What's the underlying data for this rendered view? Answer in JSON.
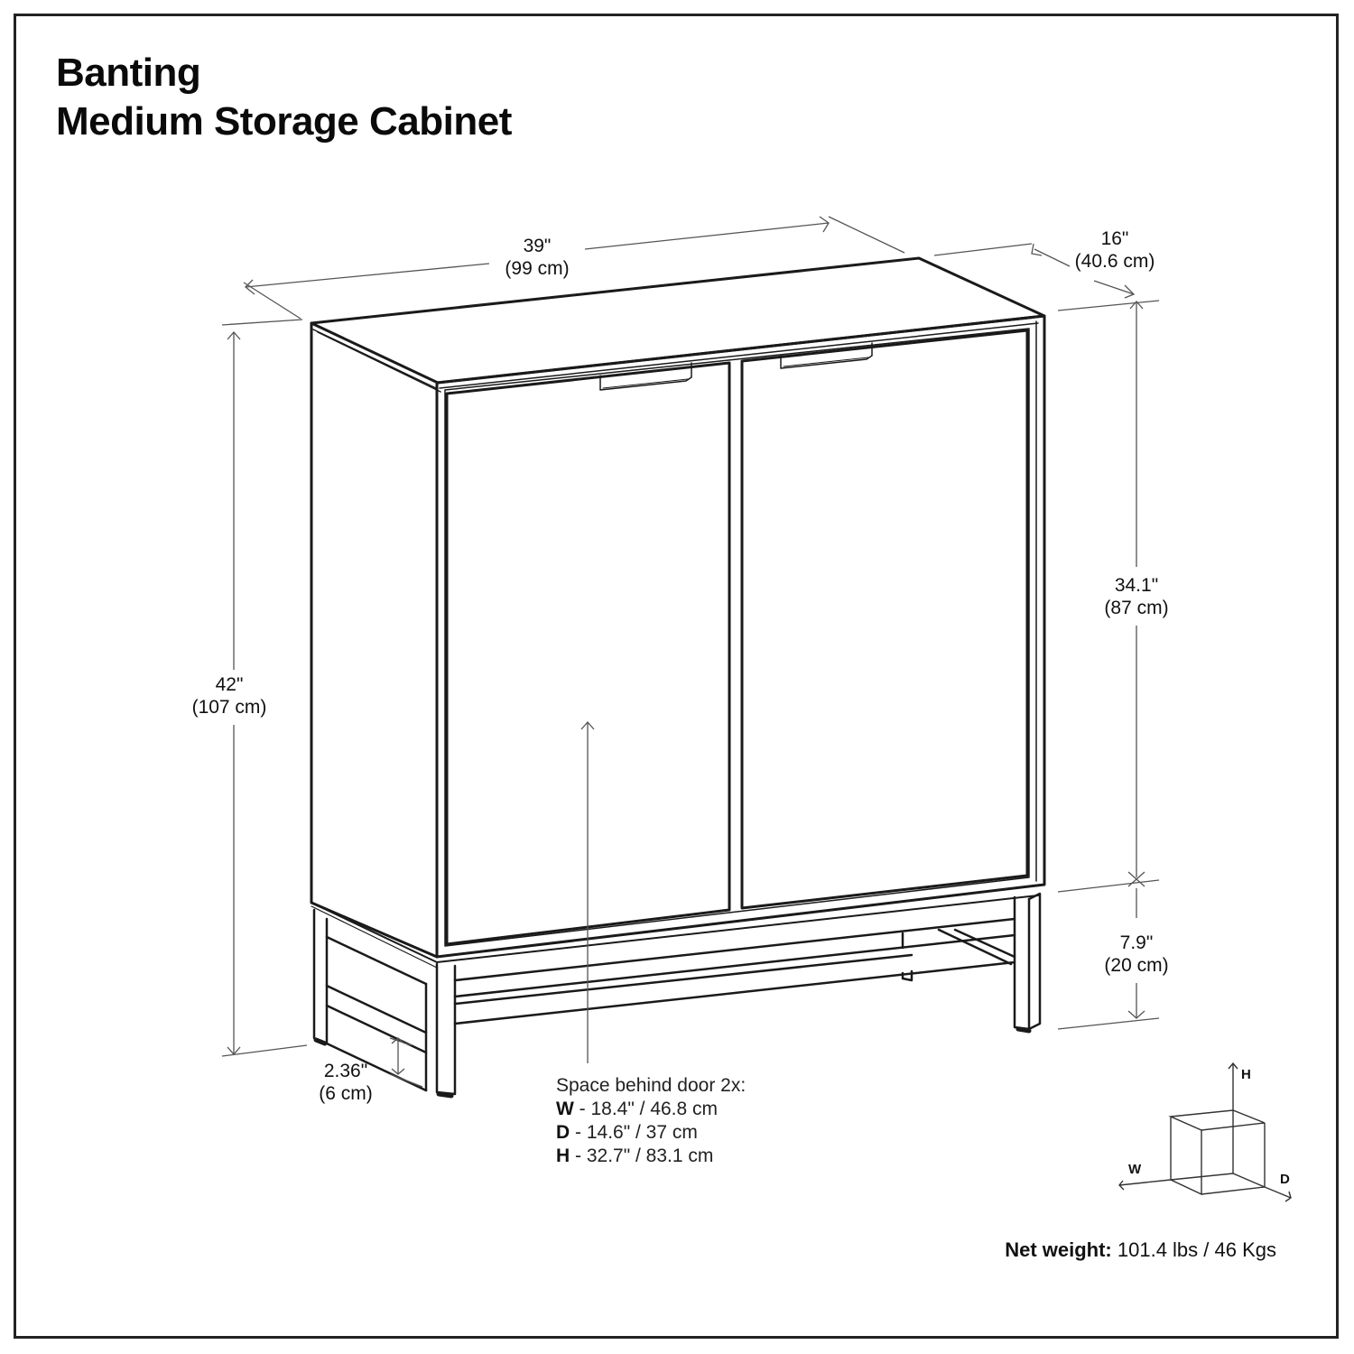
{
  "title": {
    "line1": "Banting",
    "line2": "Medium Storage Cabinet"
  },
  "dimensions": {
    "width": {
      "imperial": "39\"",
      "metric": "(99 cm)"
    },
    "depth": {
      "imperial": "16\"",
      "metric": "(40.6 cm)"
    },
    "height_total": {
      "imperial": "42\"",
      "metric": "(107 cm)"
    },
    "height_body": {
      "imperial": "34.1\"",
      "metric": "(87 cm)"
    },
    "height_legs": {
      "imperial": "7.9\"",
      "metric": "(20 cm)"
    },
    "stretcher_clearance": {
      "imperial": "2.36\"",
      "metric": "(6 cm)"
    }
  },
  "space_behind_door": {
    "heading": "Space behind door 2x:",
    "rows": [
      {
        "key": "W",
        "value": " - 18.4\" / 46.8 cm"
      },
      {
        "key": "D",
        "value": " - 14.6\" / 37 cm"
      },
      {
        "key": "H",
        "value": " - 32.7\" / 83.1 cm"
      }
    ]
  },
  "axis_legend": {
    "w": "W",
    "d": "D",
    "h": "H"
  },
  "net_weight": {
    "label": "Net weight:",
    "value": " 101.4 lbs / 46 Kgs"
  },
  "colors": {
    "line": "#1a1a1a",
    "dim_line": "#555555",
    "background": "#ffffff"
  }
}
